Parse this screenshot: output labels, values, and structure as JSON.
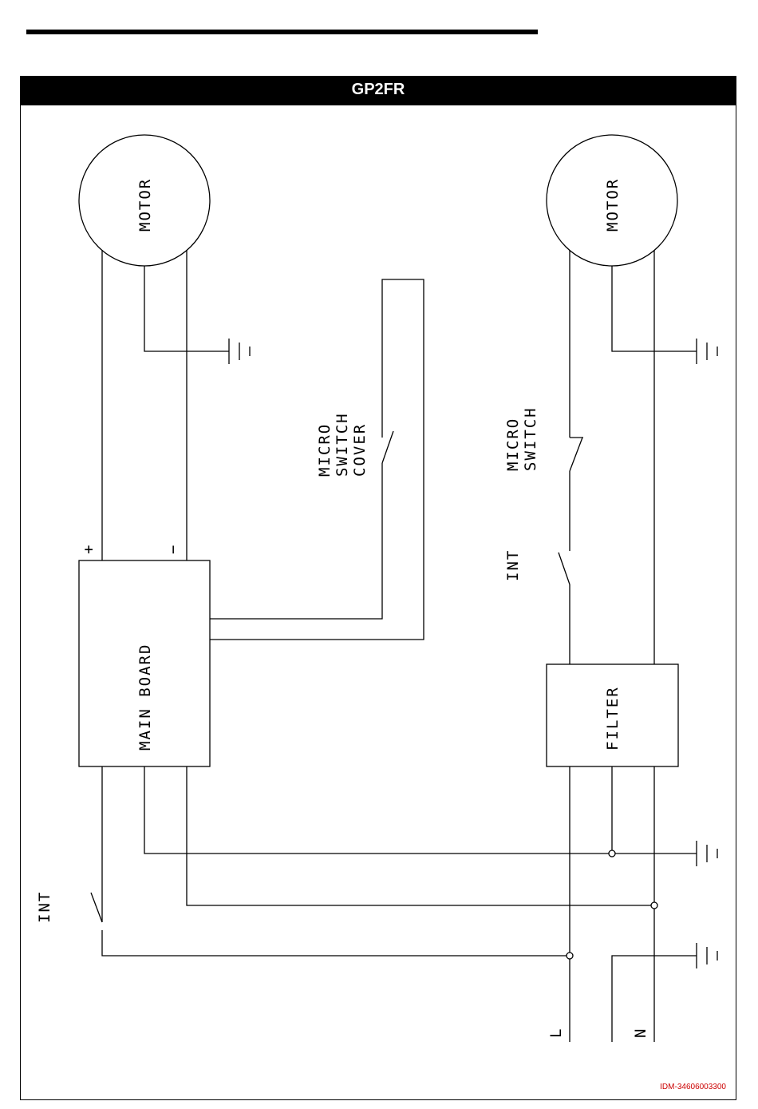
{
  "title": "GP2FR",
  "doc_id": "IDM-34606003300",
  "components": {
    "motor_left": "MOTOR",
    "motor_right": "MOTOR",
    "main_board": "MAIN BOARD",
    "filter": "FILTER",
    "micro_switch_cover": [
      "MICRO",
      "SWITCH",
      "COVER"
    ],
    "micro_switch": [
      "MICRO",
      "SWITCH"
    ],
    "int_right": "INT",
    "int_left": "INT",
    "plus": "+",
    "minus": "−",
    "line_L": "L",
    "line_N": "N"
  },
  "colors": {
    "ink": "#000000",
    "doc_id": "#cc0000"
  }
}
